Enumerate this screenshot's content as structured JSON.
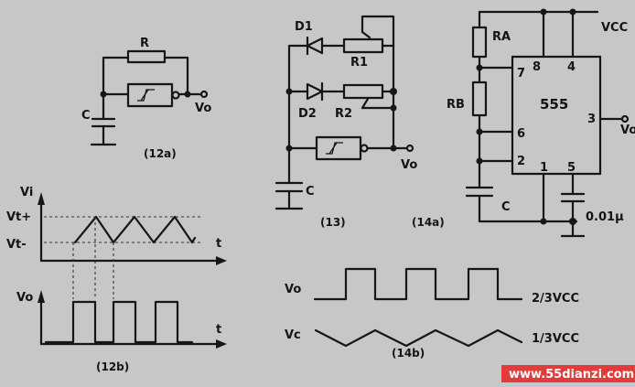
{
  "fig12a": {
    "label_r": "R",
    "label_c": "C",
    "label_vo": "Vo",
    "caption": "(12a)"
  },
  "fig12b": {
    "label_vi": "Vi",
    "label_vtplus": "Vt+",
    "label_vtminus": "Vt-",
    "label_vo": "Vo",
    "label_t1": "t",
    "label_t2": "t",
    "caption": "(12b)"
  },
  "fig13": {
    "label_d1": "D1",
    "label_d2": "D2",
    "label_r1": "R1",
    "label_r2": "R2",
    "label_c": "C",
    "label_vo": "Vo",
    "caption": "(13)"
  },
  "fig14a": {
    "label_ra": "RA",
    "label_rb": "RB",
    "label_c": "C",
    "label_vcc": "VCC",
    "label_ic": "555",
    "pin8": "8",
    "pin4": "4",
    "pin7": "7",
    "pin6": "6",
    "pin2": "2",
    "pin1": "1",
    "pin5": "5",
    "pin3": "3",
    "label_vo": "Vo",
    "label_cap": "0.01μ",
    "caption": "(14a)"
  },
  "fig14b": {
    "label_vo": "Vo",
    "label_vc": "Vc",
    "level_high": "2/3VCC",
    "level_low": "1/3VCC",
    "caption": "(14b)"
  },
  "watermark": {
    "text": "www.55dianzi.com"
  }
}
